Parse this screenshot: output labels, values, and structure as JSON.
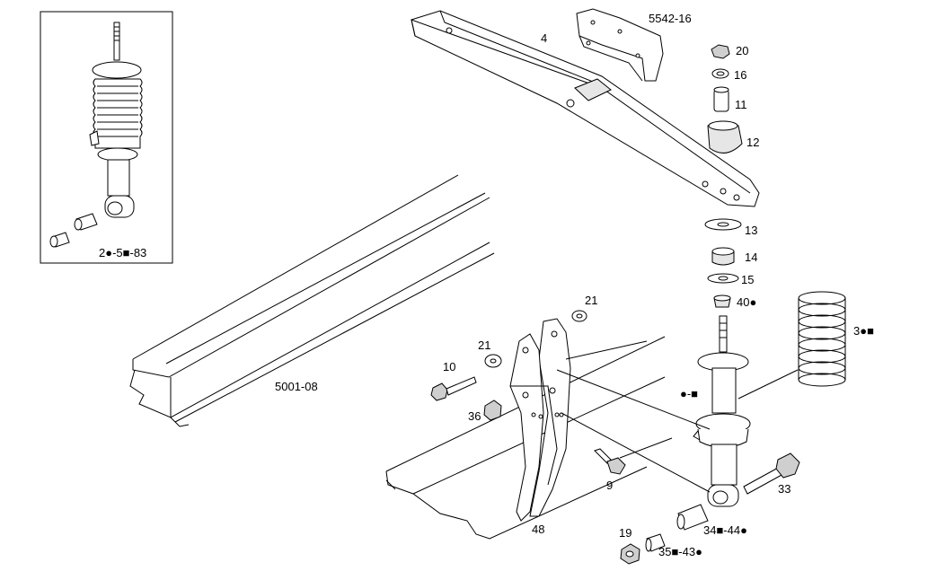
{
  "callouts": {
    "inset": "2●-5■-83",
    "c5542": "5542-16",
    "c4": "4",
    "c20": "20",
    "c16": "16",
    "c11": "11",
    "c12": "12",
    "c13": "13",
    "c14": "14",
    "c15": "15",
    "c40": "40●",
    "c3": "3●■",
    "cdotsq": "●-■",
    "c21a": "21",
    "c21b": "21",
    "c10": "10",
    "c36": "36",
    "c5001": "5001-08",
    "c9": "9",
    "c48": "48",
    "c33": "33",
    "c34": "34■-44●",
    "c19": "19",
    "c35": "35■-43●"
  }
}
